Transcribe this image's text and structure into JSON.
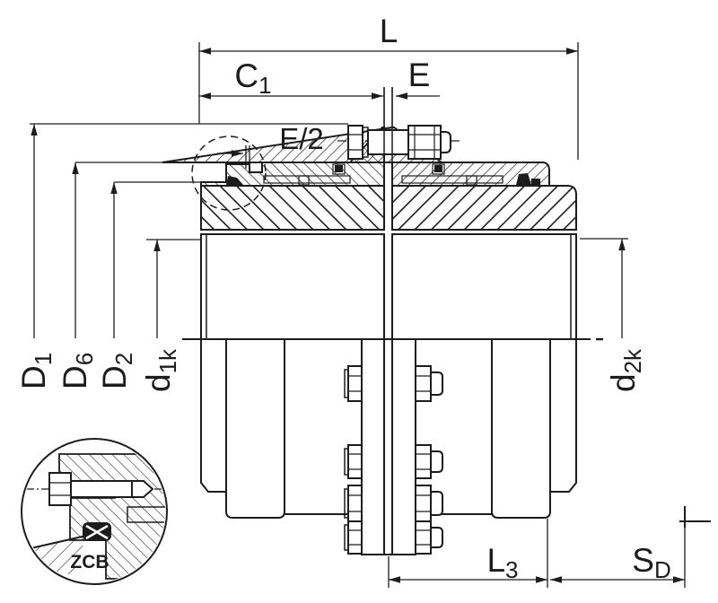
{
  "drawing": {
    "type_label": "ZCB",
    "dimensions": {
      "L": {
        "main": "L",
        "sub": ""
      },
      "C1": {
        "main": "C",
        "sub": "1"
      },
      "E": {
        "main": "E",
        "sub": ""
      },
      "Ehalf": {
        "main": "E/2",
        "sub": ""
      },
      "D1": {
        "main": "D",
        "sub": "1"
      },
      "D6": {
        "main": "D",
        "sub": "6"
      },
      "D2": {
        "main": "D",
        "sub": "2"
      },
      "d1k": {
        "main": "d",
        "sub": "1k"
      },
      "d2k": {
        "main": "d",
        "sub": "2k"
      },
      "L3": {
        "main": "L",
        "sub": "3"
      },
      "SD": {
        "main": "S",
        "sub": "D"
      }
    },
    "colors": {
      "line": "#1c1c1c",
      "background": "#ffffff"
    }
  }
}
